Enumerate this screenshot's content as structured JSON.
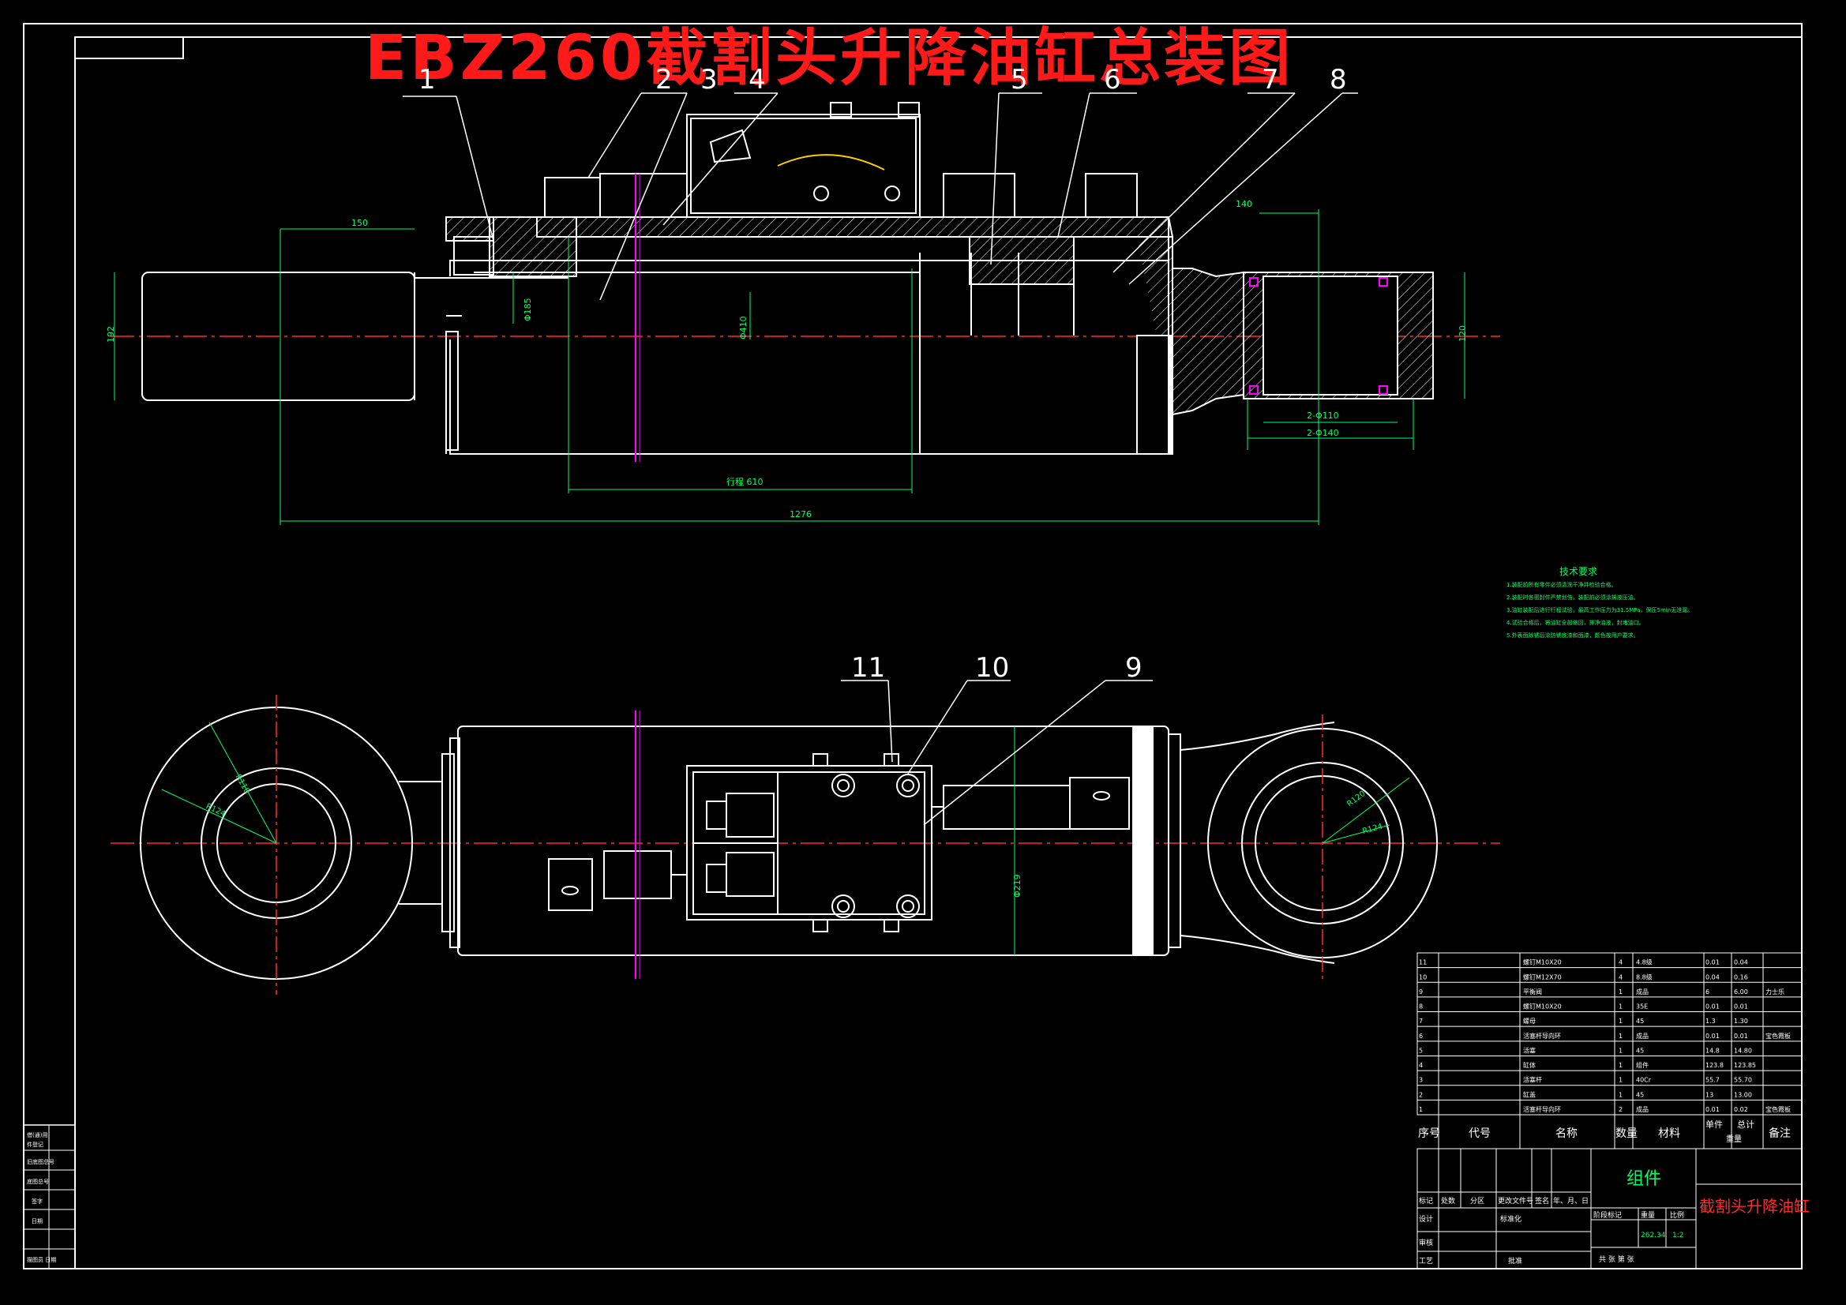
{
  "drawing": {
    "main_title": "EBZ260截割头升降油缸总装图",
    "colors": {
      "background": "#000000",
      "outline": "#ffffff",
      "centerline": "#ff2a2a",
      "dimension": "#00ff66",
      "leader": "#ffffff",
      "marker": "#ff00ff",
      "title": "#ff1a1a",
      "hatch": "#ffffff"
    }
  },
  "callouts": {
    "top": [
      "1",
      "2",
      "3",
      "4",
      "5",
      "6",
      "7",
      "8"
    ],
    "bottom": [
      "11",
      "10",
      "9"
    ]
  },
  "dimensions": {
    "top_left_len": "150",
    "right_len": "140",
    "rod_dia": "192",
    "rod_dia2": "Φ185",
    "bore": "Φ410",
    "stroke": "行程 610",
    "overall": "1276",
    "eye_height": "120",
    "pin1": "2-Φ110",
    "pin2": "2-Φ140",
    "bottom_dia": "Φ219",
    "left_eye_r1": "R110",
    "left_eye_r2": "R124",
    "right_eye_r1": "R120",
    "right_eye_r2": "R124"
  },
  "tech_requirements": {
    "heading": "技术要求",
    "items": [
      "1.装配前所有零件必须清洗干净并检验合格。",
      "2.装配时各密封件严禁划伤，装配前必须涂抹液压油。",
      "3.油缸装配后进行行程试验，最高工作压力为31.5MPa，保压5min无泄漏。",
      "4.试验合格后，将油缸全部缩回，排净油液，封堵油口。",
      "5.外表面除锈后涂防锈底漆和面漆，颜色按用户要求。"
    ]
  },
  "parts_table": {
    "rows": [
      [
        "11",
        "",
        "螺钉M10X20",
        "4",
        "4.8级",
        "0.01",
        "0.04",
        ""
      ],
      [
        "10",
        "",
        "螺钉M12X70",
        "4",
        "8.8级",
        "0.04",
        "0.16",
        ""
      ],
      [
        "9",
        "",
        "平衡阀",
        "1",
        "成品",
        "6",
        "6.00",
        "力士乐"
      ],
      [
        "8",
        "",
        "螺钉M10X20",
        "1",
        "35E",
        "0.01",
        "0.01",
        ""
      ],
      [
        "7",
        "",
        "螺母",
        "1",
        "45",
        "1.3",
        "1.30",
        ""
      ],
      [
        "6",
        "",
        "活塞杆导向环",
        "1",
        "成品",
        "0.01",
        "0.01",
        "宝色霞板"
      ],
      [
        "5",
        "",
        "活塞",
        "1",
        "45",
        "14.8",
        "14.80",
        ""
      ],
      [
        "4",
        "",
        "缸体",
        "1",
        "组件",
        "123.8",
        "123.85",
        ""
      ],
      [
        "3",
        "",
        "活塞杆",
        "1",
        "40Cr",
        "55.7",
        "55.70",
        ""
      ],
      [
        "2",
        "",
        "缸盖",
        "1",
        "45",
        "13",
        "13.00",
        ""
      ],
      [
        "1",
        "",
        "活塞杆导向环",
        "2",
        "成品",
        "0.01",
        "0.02",
        "宝色霞板"
      ]
    ],
    "header": [
      "序号",
      "代号",
      "名称",
      "数量",
      "材料",
      "单件",
      "总计",
      "备注"
    ],
    "weight_label": "重量"
  },
  "title_block": {
    "component": "组件",
    "name": "截割头升降油缸",
    "labels": [
      "标记",
      "处数",
      "分区",
      "更改文件号",
      "签名",
      "年、月、日"
    ],
    "design": "设计",
    "standard": "标准化",
    "stage_label": "阶段标记",
    "weight_label": "重量",
    "scale_label": "比例",
    "weight": "262.34",
    "scale": "1:2",
    "review": "审核",
    "process": "工艺",
    "approve": "批准",
    "sheets": "共  张  第  张"
  },
  "side_block": {
    "items": [
      "借(通)用",
      "件登记",
      "旧底图总号",
      "底图总号",
      "签字",
      "日期",
      "描图员 日期"
    ]
  }
}
